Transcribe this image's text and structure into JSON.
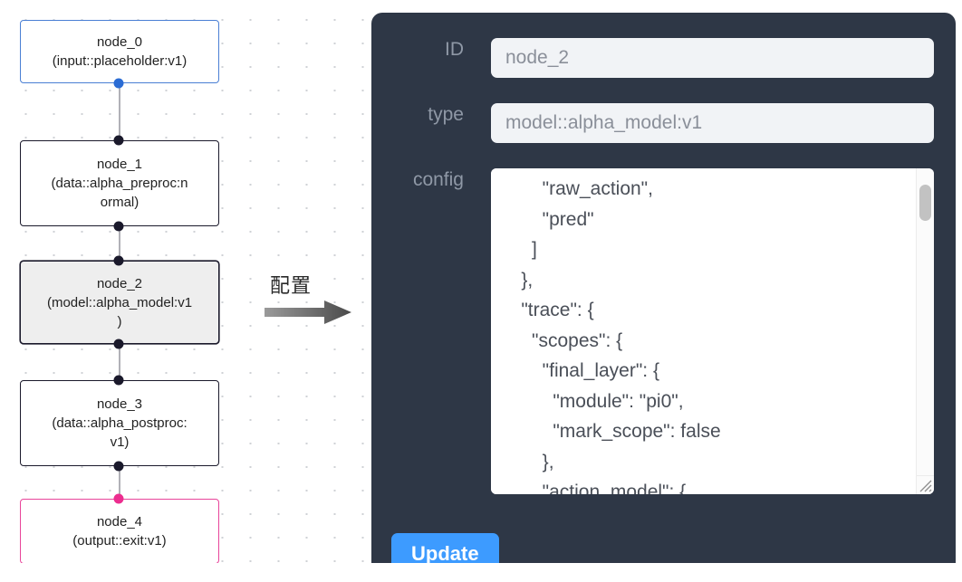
{
  "flow": {
    "nodes": [
      {
        "id": "node_0",
        "label": "node_0\n(input::placeholder:v1)",
        "kind": "input",
        "selected": false
      },
      {
        "id": "node_1",
        "label": "node_1\n(data::alpha_preproc:n\normal)",
        "kind": "default",
        "selected": false
      },
      {
        "id": "node_2",
        "label": "node_2\n(model::alpha_model:v1\n)",
        "kind": "default",
        "selected": true
      },
      {
        "id": "node_3",
        "label": "node_3\n(data::alpha_postproc:\nv1)",
        "kind": "default",
        "selected": false
      },
      {
        "id": "node_4",
        "label": "node_4\n(output::exit:v1)",
        "kind": "output",
        "selected": false
      }
    ],
    "colors": {
      "input_border": "#4a7fd4",
      "default_border": "#1a192b",
      "output_border": "#e8449a",
      "selected_fill": "#eeeeee",
      "edge": "#b1b1b7",
      "handle": "#1a192b",
      "handle_input": "#2b6cd4",
      "handle_output": "#ec2d8f"
    }
  },
  "middle": {
    "caption": "配置",
    "arrow_color": "#6b6b6b"
  },
  "panel": {
    "background": "#2e3746",
    "fields": [
      {
        "name": "id",
        "label": "ID",
        "value": "node_2"
      },
      {
        "name": "type",
        "label": "type",
        "value": "model::alpha_model:v1"
      },
      {
        "name": "config",
        "label": "config",
        "value": ""
      }
    ],
    "id_label": "ID",
    "id_value": "node_2",
    "type_label": "type",
    "type_value": "model::alpha_model:v1",
    "config_label": "config",
    "config_value": "        \"raw_action\",\n        \"pred\"\n      ]\n    },\n    \"trace\": {\n      \"scopes\": {\n        \"final_layer\": {\n          \"module\": \"pi0\",\n          \"mark_scope\": false\n        },\n        \"action_model\": {",
    "update_label": "Update",
    "update_color": "#3d9bff",
    "input_background": "#f1f3f6",
    "input_text_color": "#8a8f99",
    "label_color": "#8f98a6"
  },
  "canvas": {
    "background": "#ffffff",
    "dot_color": "#cfd2d6"
  }
}
